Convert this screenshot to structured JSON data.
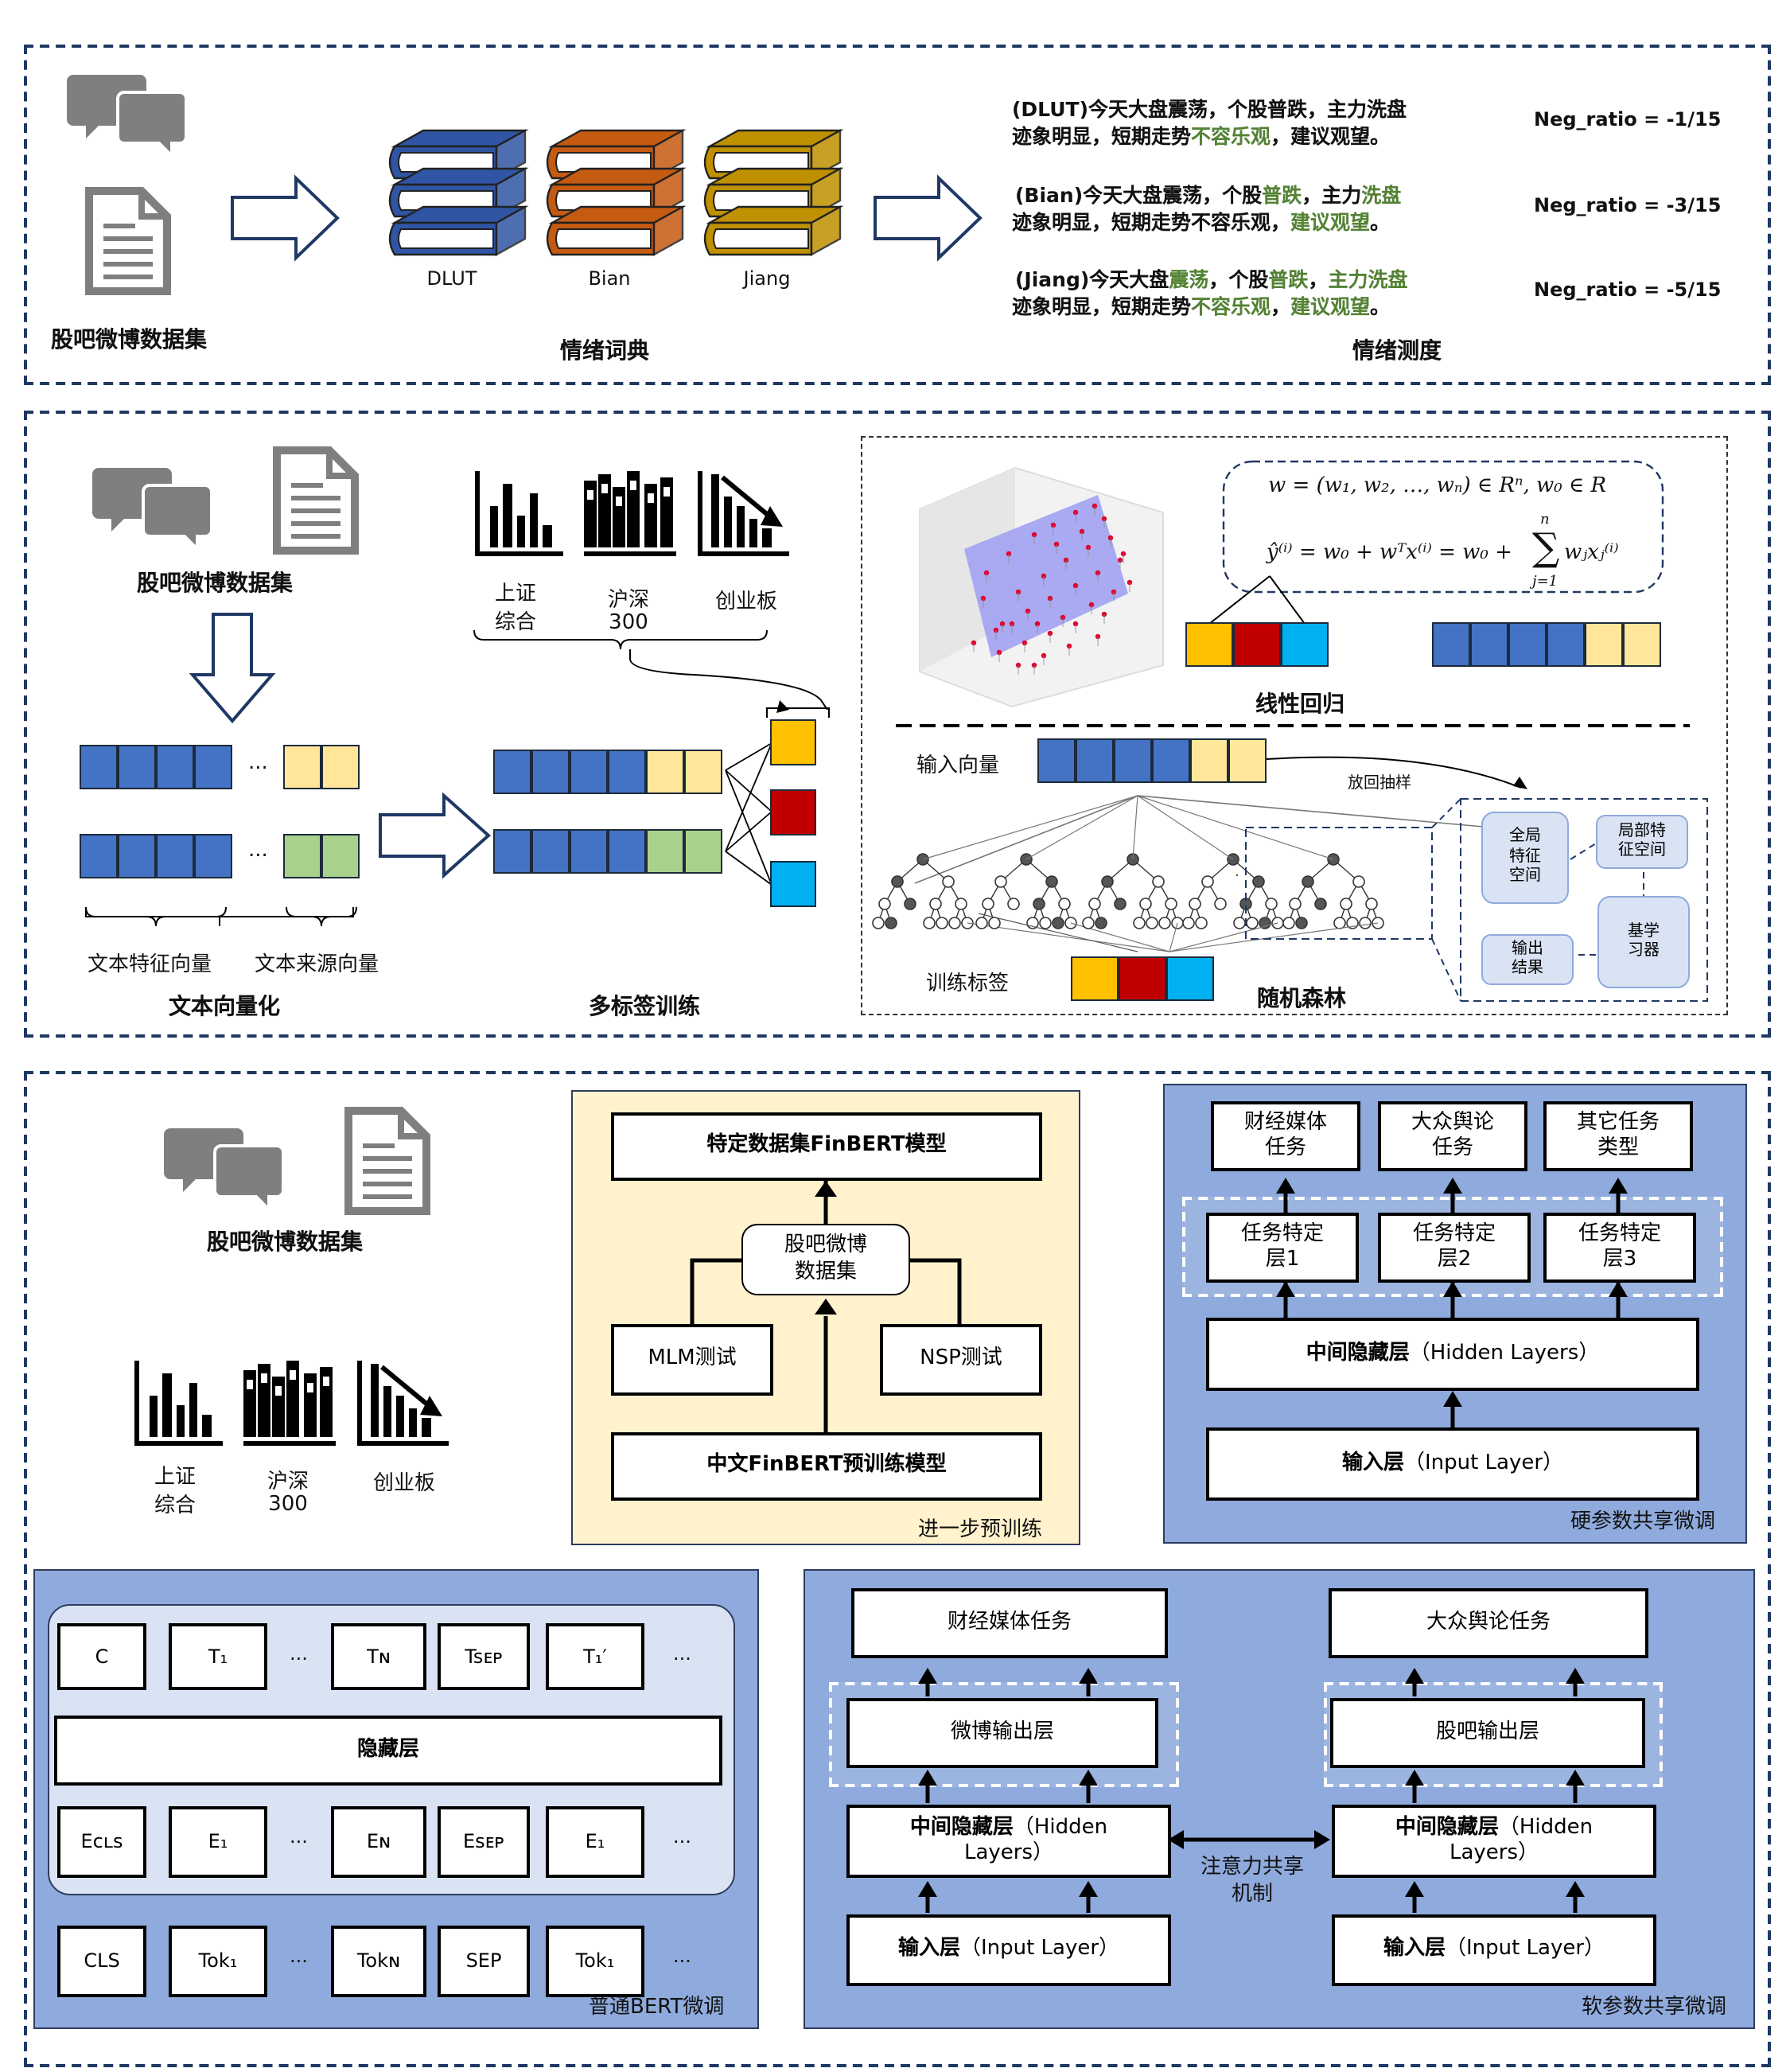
{
  "section1": {
    "dataset_label": "股吧微博数据集",
    "lexicons": [
      {
        "name": "DLUT",
        "color": "#2f55a4"
      },
      {
        "name": "Bian",
        "color": "#c55a11"
      },
      {
        "name": "Jiang",
        "color": "#bf9000"
      }
    ],
    "lexicon_caption": "情绪词典",
    "measure_caption": "情绪测度",
    "examples": [
      {
        "line1": "(DLUT)今天大盘震荡，个股普跌，主力洗盘",
        "line2": "迹象明显，短期走势不容乐观，建议观望。",
        "ratio": "Neg_ratio = -1/15"
      },
      {
        "line1": "(Bian)今天大盘震荡，个股普跌，主力洗盘",
        "line2": "迹象明显，短期走势不容乐观，建议观望。",
        "ratio": "Neg_ratio = -3/15"
      },
      {
        "line1": "(Jiang)今天大盘震荡，个股普跌，主力洗盘",
        "line2": "迹象明显，短期走势不容乐观，建议观望。",
        "ratio": "Neg_ratio = -5/15"
      }
    ],
    "highlight_color": "#548235"
  },
  "section2": {
    "dataset_label": "股吧微博数据集",
    "indices": [
      {
        "line1": "上证",
        "line2": "综合"
      },
      {
        "line1": "沪深",
        "line2": "300"
      },
      {
        "line1": "创业板",
        "line2": ""
      }
    ],
    "feature_label": "文本特征向量",
    "source_label": "文本来源向量",
    "ellipsis": "...",
    "vectorize_caption": "文本向量化",
    "multilabel_caption": "多标签训练",
    "formula_line1": "w = (w₁, w₂, …, wₙ) ∈ Rⁿ, w₀ ∈ R",
    "formula_line2_lhs": "ŷ⁽ⁱ⁾ = w₀ + wᵀx⁽ⁱ⁾ = w₀ +",
    "formula_sum": "∑",
    "formula_sum_top": "n",
    "formula_sum_bottom": "j=1",
    "formula_term": "wⱼxⱼ⁽ⁱ⁾",
    "linreg_caption": "线性回归",
    "input_vector_label": "输入向量",
    "bootstrap_label": "放回抽样",
    "train_label_label": "训练标签",
    "rf_caption": "随机森林",
    "rf_boxes": {
      "global": "全局\n特征\n空间",
      "local": "局部特\n征空间",
      "learner": "基学\n习器",
      "output": "输出\n结果"
    },
    "colors": {
      "blue": "#4472c4",
      "yellow": "#ffe699",
      "green": "#a9d18e",
      "orange": "#ffc000",
      "red": "#c00000",
      "cyan": "#00b0f0"
    }
  },
  "section3": {
    "dataset_label": "股吧微博数据集",
    "indices": [
      {
        "line1": "上证",
        "line2": "综合"
      },
      {
        "line1": "沪深",
        "line2": "300"
      },
      {
        "line1": "创业板",
        "line2": ""
      }
    ],
    "pretrain": {
      "top": "特定数据集FinBERT模型",
      "mid": "股吧微博\n数据集",
      "mlm": "MLM测试",
      "nsp": "NSP测试",
      "bottom": "中文FinBERT预训练模型",
      "caption": "进一步预训练"
    },
    "hard": {
      "tasks": [
        "财经媒体\n任务",
        "大众舆论\n任务",
        "其它任务\n类型"
      ],
      "layers": [
        "任务特定\n层1",
        "任务特定\n层2",
        "任务特定\n层3"
      ],
      "hidden_bold": "中间隐藏层",
      "hidden_rest": "（Hidden Layers）",
      "input_bold": "输入层",
      "input_rest": "（Input Layer）",
      "caption": "硬参数共享微调"
    },
    "bert": {
      "top_tokens": [
        "C",
        "T₁",
        "...",
        "Tɴ",
        "Tsᴇᴘ",
        "T₁′",
        "..."
      ],
      "hidden": "隐藏层",
      "emb_tokens": [
        "Eᴄʟs",
        "E₁",
        "...",
        "Eɴ",
        "Esᴇᴘ",
        "E₁",
        "..."
      ],
      "input_tokens": [
        "CLS",
        "Tok₁",
        "...",
        "Tokɴ",
        "SEP",
        "Tok₁",
        "..."
      ],
      "caption": "普通BERT微调"
    },
    "soft": {
      "left_task": "财经媒体任务",
      "right_task": "大众舆论任务",
      "left_out": "微博输出层",
      "right_out": "股吧输出层",
      "hidden_bold": "中间隐藏层",
      "hidden_rest": "（Hidden\nLayers）",
      "input_bold": "输入层",
      "input_rest": "（Input Layer）",
      "attention": "注意力共享\n机制",
      "caption": "软参数共享微调"
    }
  }
}
